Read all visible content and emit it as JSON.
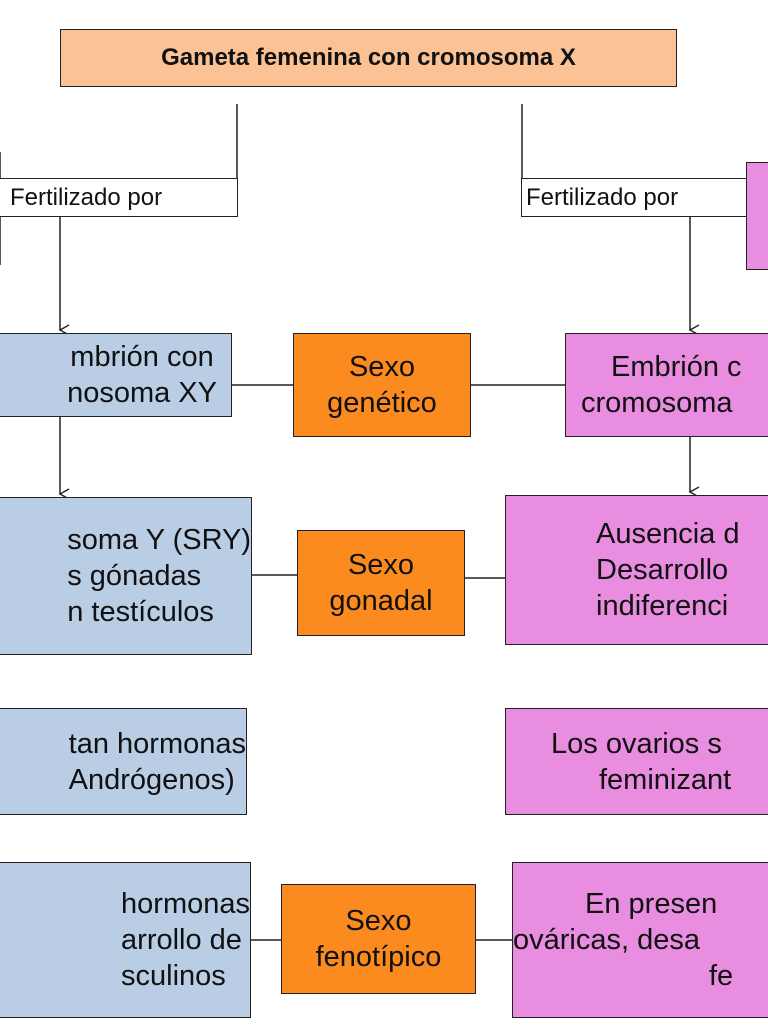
{
  "top_box": {
    "text": "Gameta femenina con cromosoma X",
    "color": "#fbc295"
  },
  "edge_labels": {
    "left": "Fertilizado por",
    "right": "Fertilizado por"
  },
  "center_labels": {
    "genetic": [
      "Sexo",
      "genético"
    ],
    "gonadal": [
      "Sexo",
      "gonadal"
    ],
    "phenotypic": [
      "Sexo",
      "fenotípico"
    ]
  },
  "left_column": {
    "embryo": [
      "mbrión con",
      "nosoma XY"
    ],
    "sry": [
      "soma Y (SRY)",
      "s gónadas",
      "n testículos"
    ],
    "hormones": [
      "tan hormonas",
      "Andrógenos)"
    ],
    "development": [
      "hormonas",
      "arrollo de",
      "sculinos"
    ]
  },
  "right_column": {
    "embryo": [
      "Embrión c",
      "cromosoma"
    ],
    "absence": [
      "Ausencia d",
      "Desarrollo",
      "indiferenci"
    ],
    "ovaries": [
      "Los ovarios s",
      "feminizant"
    ],
    "presence": [
      "En presen",
      "ováricas, desa",
      "fe"
    ]
  },
  "colors": {
    "male": "#b9cde5",
    "female": "#e98de0",
    "sex_type": "#fb8b1f"
  }
}
